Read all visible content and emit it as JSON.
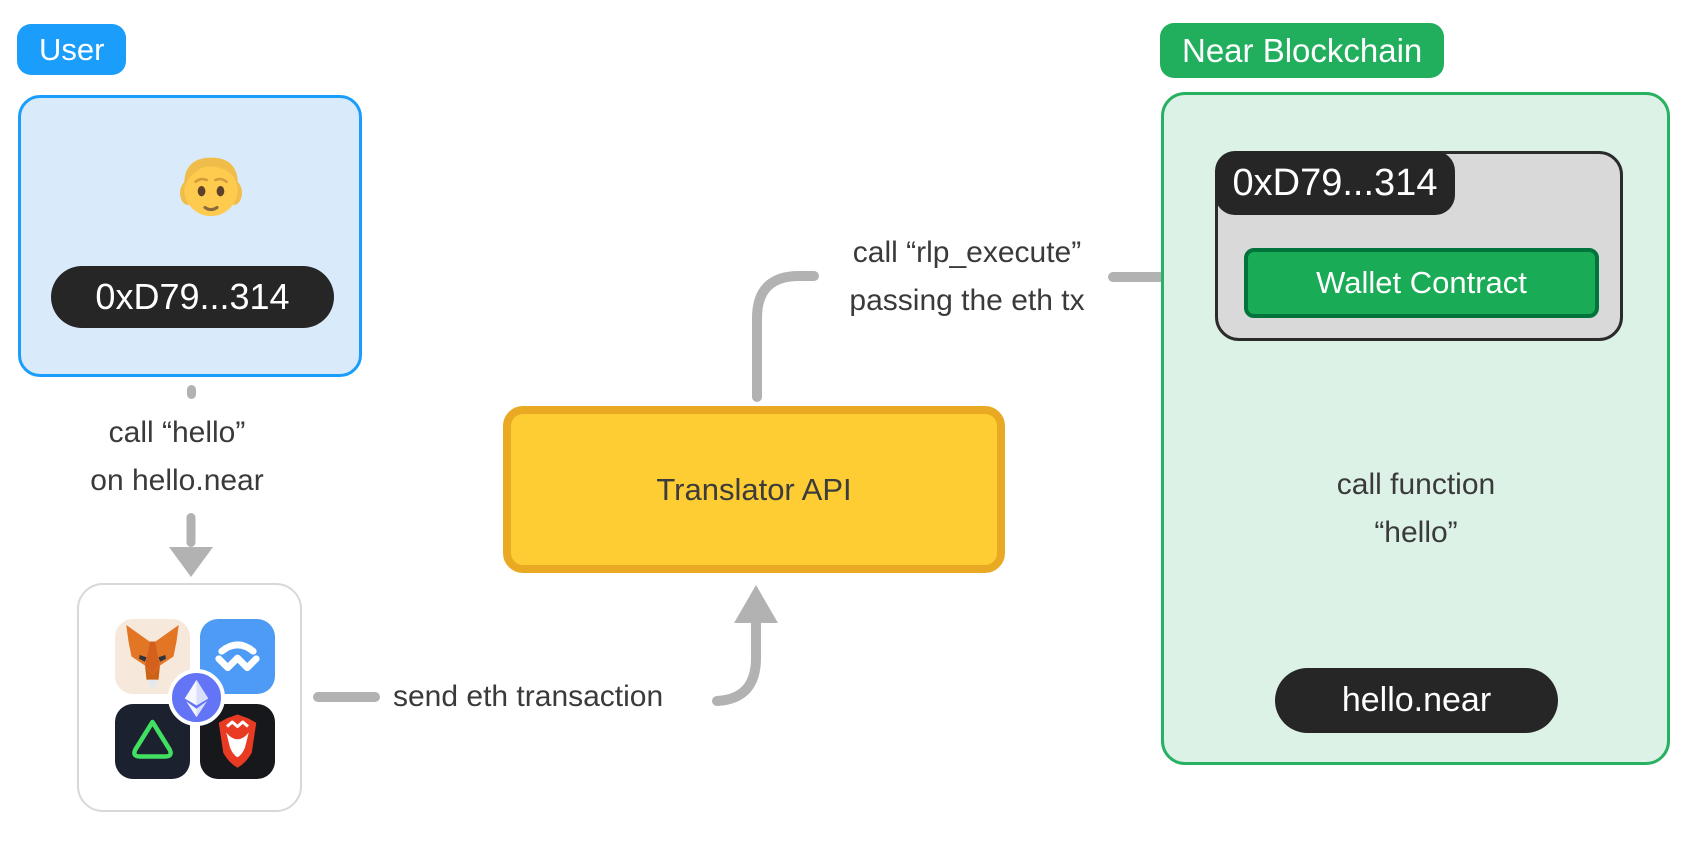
{
  "user_section": {
    "badge": "User",
    "person_icon": "person-emoji",
    "address": "0xD79...314",
    "wallet_icons": [
      "metamask",
      "walletconnect",
      "ethereum",
      "triangle-wallet",
      "brave"
    ]
  },
  "flow_labels": {
    "call_hello": [
      "call “hello”",
      "on hello.near"
    ],
    "send_eth": "send eth transaction",
    "rlp": [
      "call “rlp_execute”",
      "passing the eth tx"
    ],
    "call_function": [
      "call function",
      "“hello”"
    ]
  },
  "translator": {
    "label": "Translator API"
  },
  "near_section": {
    "badge": "Near Blockchain",
    "address": "0xD79...314",
    "wallet_contract": "Wallet Contract",
    "target_account": "hello.near"
  },
  "colors": {
    "blue_accent": "#1B9DFB",
    "blue_fill": "#D9EBFA",
    "green_accent": "#21AF5E",
    "green_border": "#27B161",
    "green_fill": "#DCF2E6",
    "yellow_fill": "#FECC33",
    "yellow_border": "#E9A922",
    "dark_pill": "#262626",
    "gray_box_fill": "#D9D9D9",
    "gray_box_border": "#2B2B2B",
    "contract_green": "#19AB55",
    "contract_border": "#00743B",
    "connector_gray": "#B2B2B2",
    "label_text": "#3A3A3A"
  }
}
